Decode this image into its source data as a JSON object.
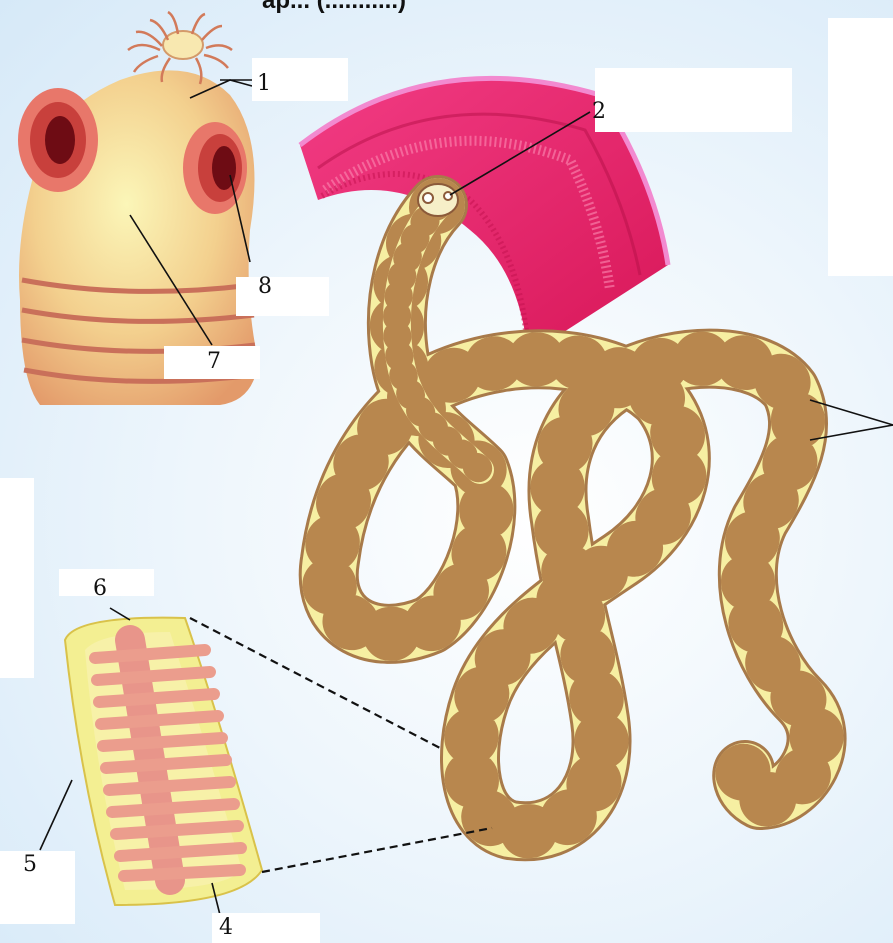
{
  "header": {
    "title_fragment": "ар... (...........)"
  },
  "labels": {
    "hooks": "1",
    "scolex_on_wall": "2",
    "segment_wall": "4",
    "segment_edge": "5",
    "uterus": "6",
    "head": "7",
    "sucker": "8"
  },
  "colors": {
    "background": "#e3f0fa",
    "intestine_wall": "#e8246a",
    "worm_segment": "#f6f0a4",
    "head_body": "#f4c98a",
    "sucker_rim": "#e2716a",
    "uterus": "#e89a86"
  }
}
